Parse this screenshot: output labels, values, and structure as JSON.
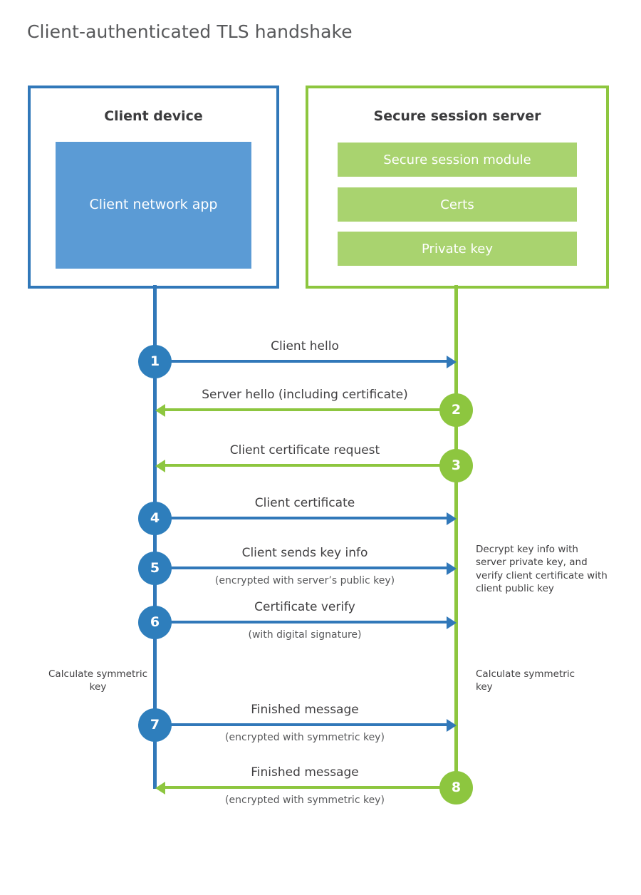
{
  "title": "Client-authenticated TLS handshake",
  "colors": {
    "client_border": "#3178B9",
    "client_block": "#5B9BD5",
    "server_border": "#8DC63F",
    "server_block": "#A9D36F",
    "client_circle": "#2E7EBC",
    "server_circle": "#8DC63F",
    "text": "#414042",
    "title_text": "#58595B"
  },
  "parties": {
    "client": {
      "title": "Client device",
      "blocks": [
        {
          "label": "Client network app"
        }
      ]
    },
    "server": {
      "title": "Secure session server",
      "blocks": [
        {
          "label": "Secure session module"
        },
        {
          "label": "Certs"
        },
        {
          "label": "Private key"
        }
      ]
    }
  },
  "steps": [
    {
      "number": "1",
      "label": "Client hello",
      "sublabel": "",
      "direction": "client-to-server",
      "color": "blue"
    },
    {
      "number": "2",
      "label": "Server hello (including certificate)",
      "sublabel": "",
      "direction": "server-to-client",
      "color": "green"
    },
    {
      "number": "3",
      "label": "Client certificate request",
      "sublabel": "",
      "direction": "server-to-client",
      "color": "green"
    },
    {
      "number": "4",
      "label": "Client certificate",
      "sublabel": "",
      "direction": "client-to-server",
      "color": "blue"
    },
    {
      "number": "5",
      "label": "Client sends key info",
      "sublabel": "(encrypted with server’s public key)",
      "direction": "client-to-server",
      "color": "blue"
    },
    {
      "number": "6",
      "label": "Certificate verify",
      "sublabel": "(with digital signature)",
      "direction": "client-to-server",
      "color": "blue"
    },
    {
      "number": "7",
      "label": "Finished message",
      "sublabel": "(encrypted with symmetric key)",
      "direction": "client-to-server",
      "color": "blue"
    },
    {
      "number": "8",
      "label": "Finished message",
      "sublabel": "(encrypted with symmetric key)",
      "direction": "server-to-client",
      "color": "green"
    }
  ],
  "notes": {
    "server_decrypt": "Decrypt key info with server private key, and verify client certificate with client public key",
    "client_symmetric_key": "Calculate symmetric key",
    "server_symmetric_key": "Calculate symmetric key"
  }
}
